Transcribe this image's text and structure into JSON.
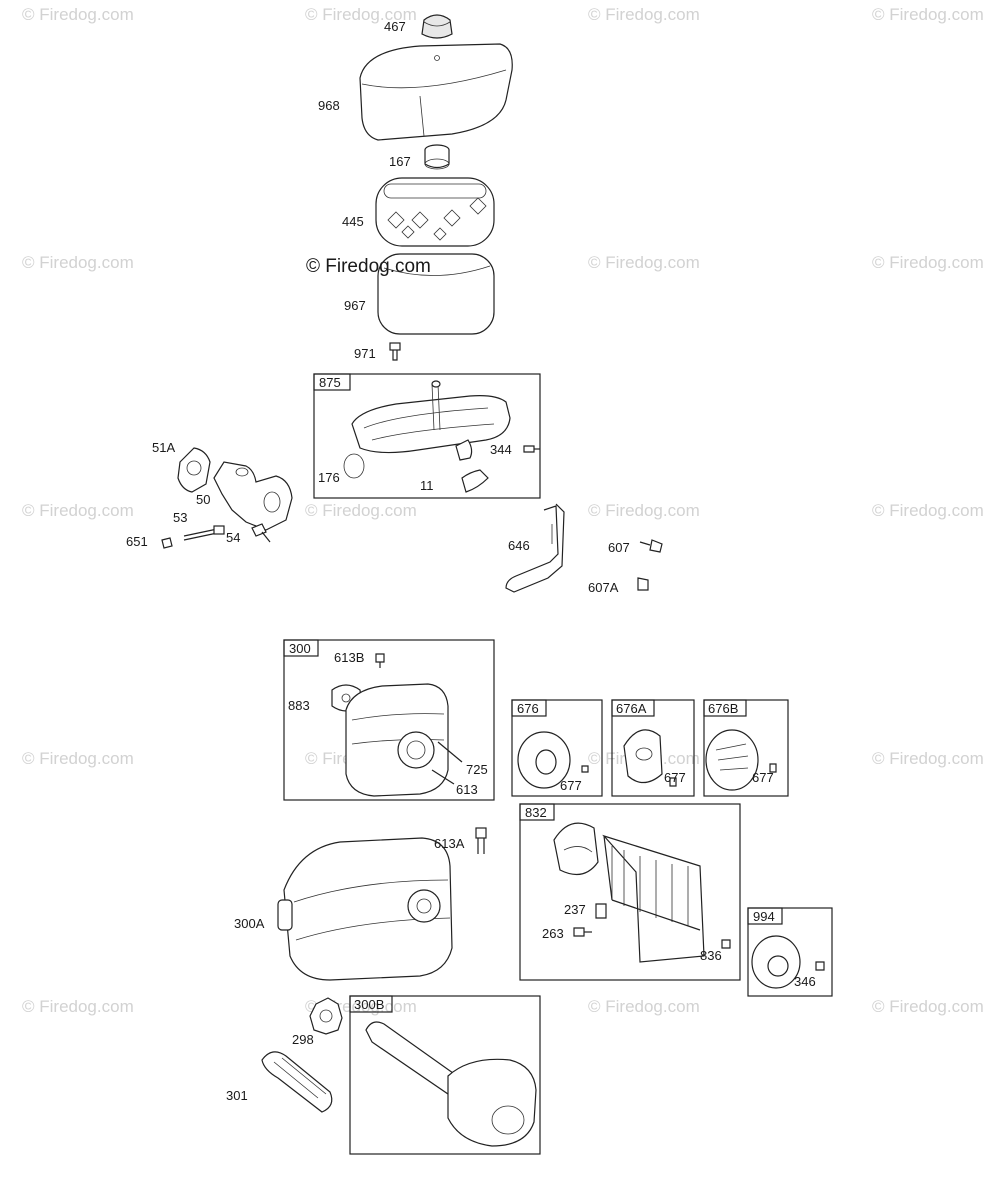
{
  "watermark": "© Firedog.com",
  "main_watermark": "© Firedog.com",
  "callouts": [
    "467",
    "968",
    "167",
    "445",
    "967",
    "971",
    "344",
    "176",
    "11",
    "51A",
    "50",
    "53",
    "651",
    "54",
    "646",
    "607",
    "607A",
    "613B",
    "883",
    "725",
    "613",
    "677",
    "677",
    "677",
    "613A",
    "237",
    "263",
    "836",
    "346",
    "300A",
    "298",
    "301"
  ],
  "boxes": [
    "875",
    "300",
    "676",
    "676A",
    "676B",
    "832",
    "994",
    "300B"
  ]
}
